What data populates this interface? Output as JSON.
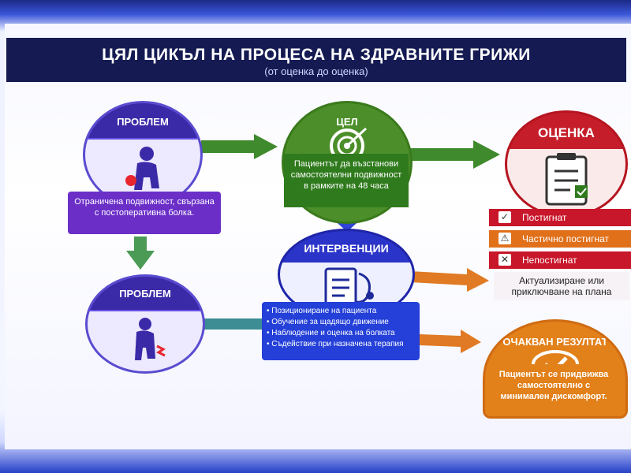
{
  "title": "ЦЯЛ ЦИКЪЛ НА ПРОЦЕСА НА ЗДРАВНИТЕ ГРИЖИ",
  "subtitle": "(от оценка до оценка)",
  "problem_1": {
    "label": "ПРОБЛЕМ",
    "description": "Отраничена подвижност, свързана с постоперативна болка."
  },
  "problem_2": {
    "label": "ПРОБЛЕМ"
  },
  "goal": {
    "label": "ЦЕЛ",
    "description": "Пациентът да възстанови самостоятелни подвижност в рамките на 48 часа"
  },
  "evaluation": {
    "label": "ОЦЕНКА",
    "rows": [
      {
        "label": "Постигнат",
        "icon": "check-icon"
      },
      {
        "label": "Частично постигнат",
        "icon": "warning-icon"
      },
      {
        "label": "Непостигнат",
        "icon": "x-icon"
      }
    ],
    "update_plan": "Актуализиране или приключване на плана"
  },
  "interventions": {
    "label": "ИНТЕРВЕНЦИИ",
    "items": [
      "Позициониране на пациента",
      "Обучение за щадящо движение",
      "Наблюдение и оценка на болката",
      "Съдействие при назначена терапия"
    ]
  },
  "expected_outcome": {
    "label": "ОЧАКВАН РЕЗУЛТАТ",
    "description": "Пациентът се придвижва самостоятелно с минимален дискомфорт."
  },
  "colors": {
    "problem": "#3b2aa8",
    "goal": "#4c8f2a",
    "evaluation": "#c51e2a",
    "interventions": "#2b34c8",
    "outcome": "#e2801a"
  }
}
